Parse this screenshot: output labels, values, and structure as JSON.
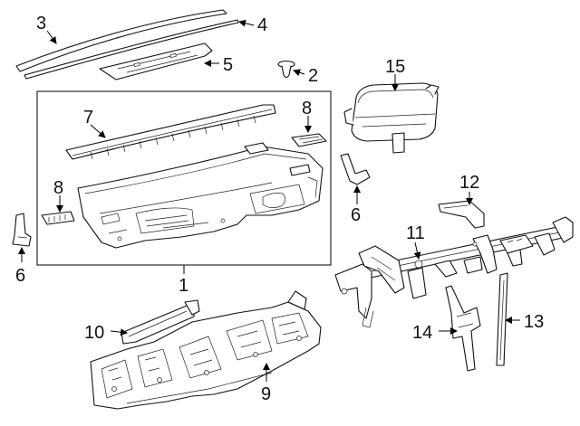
{
  "callouts": {
    "c1": "1",
    "c2": "2",
    "c3": "3",
    "c4": "4",
    "c5": "5",
    "c6a": "6",
    "c6b": "6",
    "c7": "7",
    "c8a": "8",
    "c8b": "8",
    "c9": "9",
    "c10": "10",
    "c11": "11",
    "c12": "12",
    "c13": "13",
    "c14": "14",
    "c15": "15"
  }
}
